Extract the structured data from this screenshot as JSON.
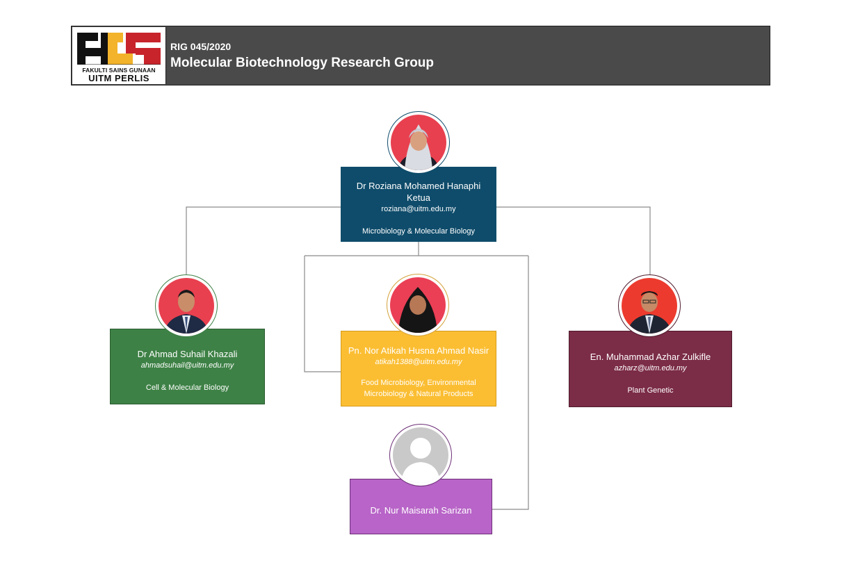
{
  "header": {
    "logo_text_line1": "FAKULTI SAINS GUNAAN",
    "logo_text_line2": "UITM PERLIS",
    "code": "RIG 045/2020",
    "title": "Molecular Biotechnology Research Group"
  },
  "members": {
    "leader": {
      "name": "Dr Roziana Mohamed Hanaphi",
      "role": "Ketua",
      "email": "roziana@uitm.edu.my",
      "field": "Microbiology & Molecular Biology",
      "color": "#0f4c6b"
    },
    "member1": {
      "name": "Dr Ahmad Suhail Khazali",
      "email": "ahmadsuhail@uitm.edu.my",
      "field": "Cell & Molecular Biology",
      "color": "#3e8146"
    },
    "member2": {
      "name": "Pn. Nor Atikah Husna Ahmad Nasir",
      "email": "atikah1388@uitm.edu.my",
      "field_line1": "Food Microbiology, Environmental",
      "field_line2": "Microbiology & Natural Products",
      "color": "#fbbe33"
    },
    "member3": {
      "name": "En. Muhammad Azhar Zulkifle",
      "email": "azharz@uitm.edu.my",
      "field": "Plant Genetic",
      "color": "#7b2c47"
    },
    "member4": {
      "name": "Dr. Nur Maisarah Sarizan",
      "color": "#b864c8"
    }
  }
}
